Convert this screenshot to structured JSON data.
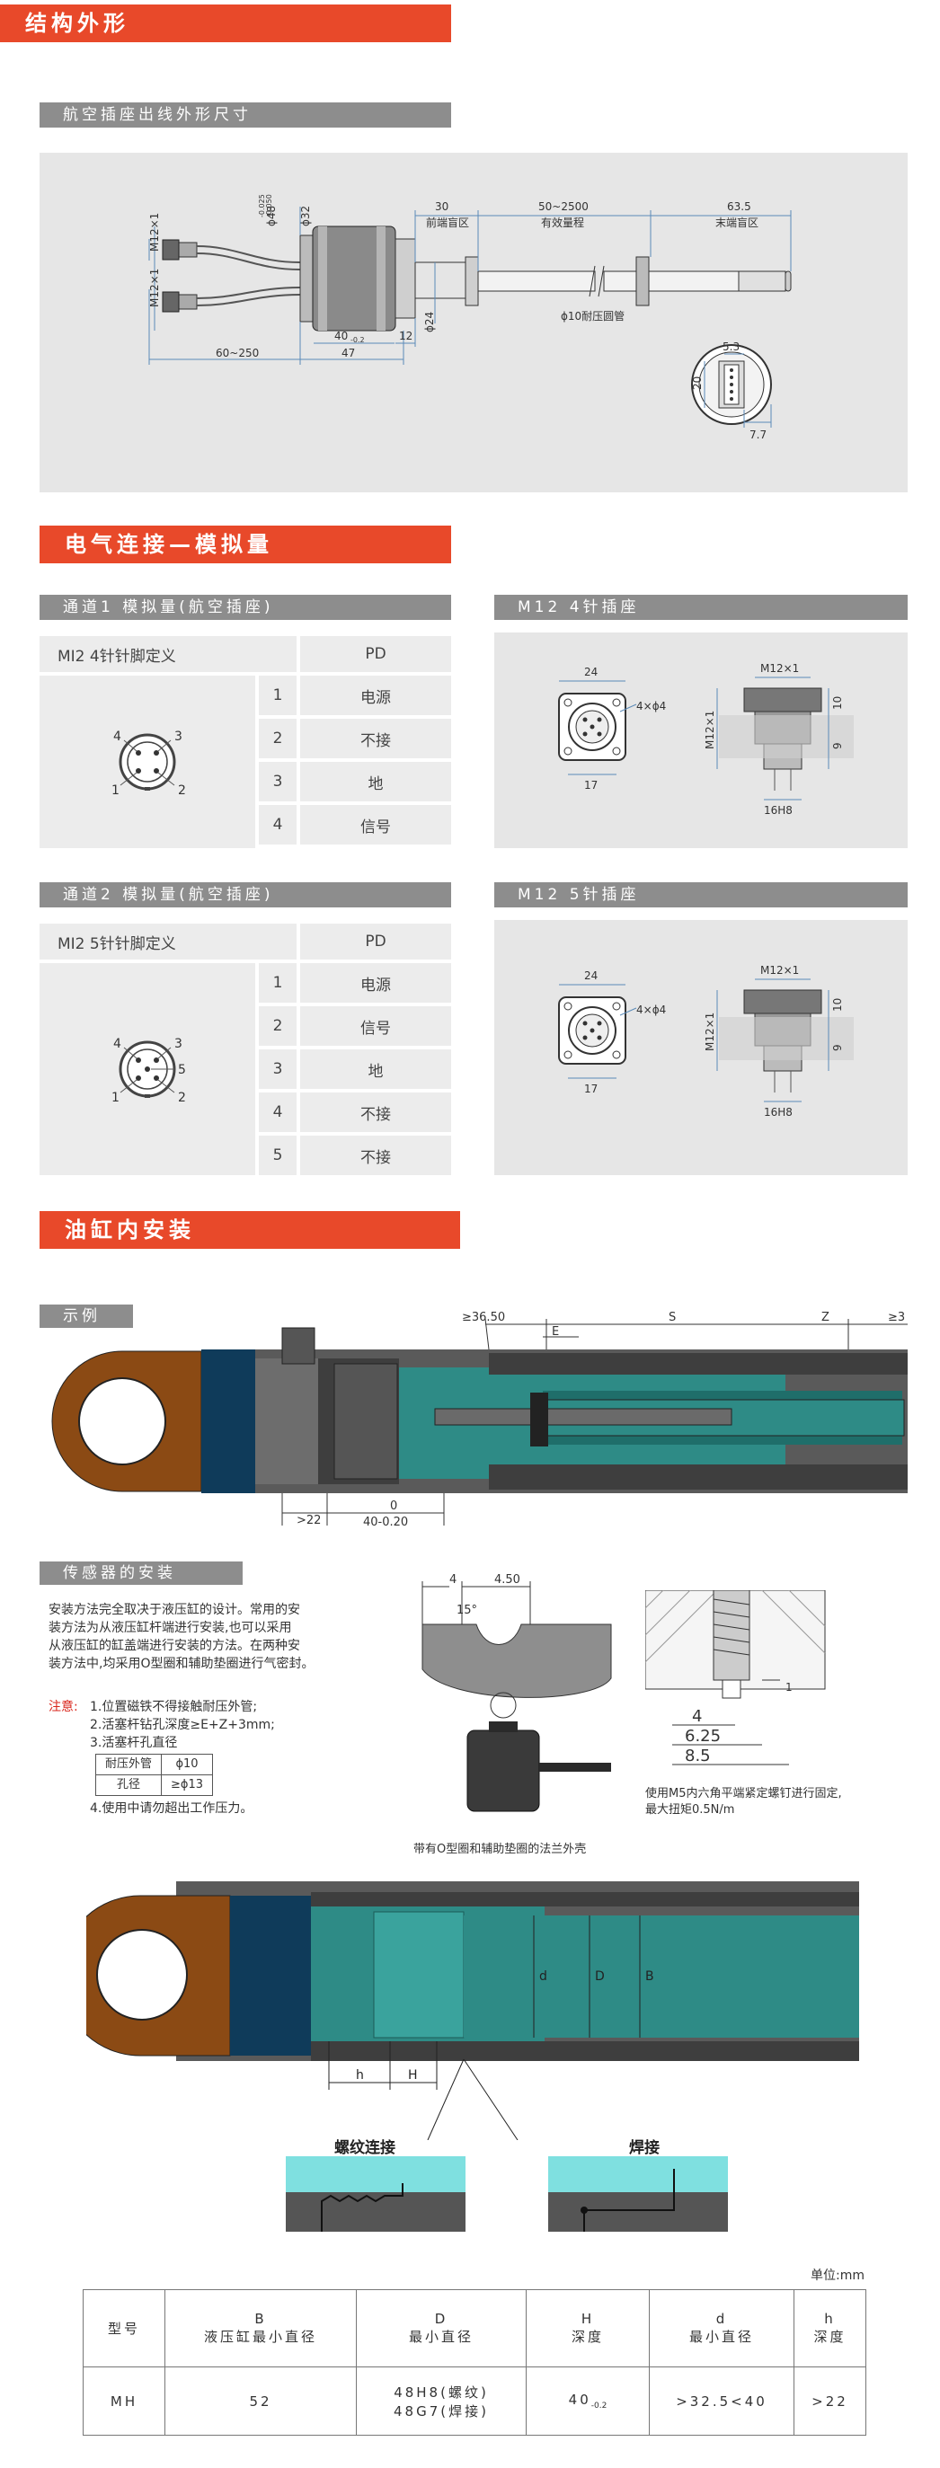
{
  "section_structure": "结构外形",
  "sub_aviation": "航空插座出线外形尺寸",
  "dim1": {
    "m12a": "M12×1",
    "m12b": "M12×1",
    "phi48": "ϕ48",
    "tol48a": "-0.025",
    "tol48b": "-0.050",
    "phi32": "ϕ32",
    "d30": "30",
    "front_dead": "前端盲区",
    "d50_2500": "50~2500",
    "effective": "有效量程",
    "d63_5": "63.5",
    "end_dead": "末端盲区",
    "phi24": "ϕ24",
    "d12": "12",
    "d40": "40",
    "d40tol": "-0.2",
    "d47": "47",
    "d60_250": "60~250",
    "tube": "ϕ10耐压圆管",
    "d5_3": "5.3",
    "d20": "20",
    "d7_7": "7.7"
  },
  "section_electrical": "电气连接—模拟量",
  "ch1": {
    "title": "通道1  模拟量(航空插座)",
    "def_label": "MI2 4针针脚定义",
    "pd": "PD",
    "rows": [
      {
        "n": "1",
        "v": "电源"
      },
      {
        "n": "2",
        "v": "不接"
      },
      {
        "n": "3",
        "v": "地"
      },
      {
        "n": "4",
        "v": "信号"
      }
    ],
    "pins": [
      "4",
      "3",
      "1",
      "2"
    ]
  },
  "m12_4": {
    "title": "M12 4针插座",
    "w24": "24",
    "holes": "4×ϕ4",
    "w17": "17",
    "m12": "M12×1",
    "m12v": "M12×1",
    "d10": "10",
    "d9": "9",
    "h8": "16H8"
  },
  "ch2": {
    "title": "通道2  模拟量(航空插座)",
    "def_label": "MI2 5针针脚定义",
    "pd": "PD",
    "rows": [
      {
        "n": "1",
        "v": "电源"
      },
      {
        "n": "2",
        "v": "信号"
      },
      {
        "n": "3",
        "v": "地"
      },
      {
        "n": "4",
        "v": "不接"
      },
      {
        "n": "5",
        "v": "不接"
      }
    ],
    "pins": [
      "4",
      "3",
      "5",
      "1",
      "2"
    ]
  },
  "m12_5": {
    "title": "M12 5针插座",
    "w24": "24",
    "holes": "4×ϕ4",
    "w17": "17",
    "m12": "M12×1",
    "m12v": "M12×1",
    "d10": "10",
    "d9": "9",
    "h8": "16H8"
  },
  "section_cylinder": "油缸内安装",
  "example": {
    "title": "示例",
    "ge36": "≥36.50",
    "E": "E",
    "S": "S",
    "Z": "Z",
    "ge3": "≥3",
    "gt22": ">22",
    "zero": "0",
    "d40": "40-0.20"
  },
  "install": {
    "title": "传感器的安装",
    "desc": [
      "安装方法完全取决于液压缸的设计。常用的安",
      "装方法为从液压缸杆端进行安装,也可以采用",
      "从液压缸的缸盖端进行安装的方法。在两种安",
      "装方法中,均采用O型圈和辅助垫圈进行气密封。"
    ],
    "note_label": "注意:",
    "notes": [
      "1.位置磁铁不得接触耐压外管;",
      "2.活塞杆钻孔深度≥E+Z+3mm;",
      "3.活塞杆孔直径"
    ],
    "mini": [
      [
        "耐压外管",
        "ϕ10"
      ],
      [
        "孔径",
        "≥ϕ13"
      ]
    ],
    "note4": "4.使用中请勿超出工作压力。",
    "flange_caption": "带有O型圈和辅助垫圈的法兰外壳",
    "d4": "4",
    "d4_50": "4.50",
    "deg15": "15°",
    "r4": "4",
    "r6_25": "6.25",
    "r8_5": "8.5",
    "one": "1",
    "screw_note": [
      "使用M5内六角平端紧定螺钉进行固定,",
      "最大扭矩0.5N/m"
    ]
  },
  "cyl2": {
    "h": "h",
    "H": "H",
    "d": "d",
    "D": "D",
    "B": "B"
  },
  "thread_label": "螺纹连接",
  "weld_label": "焊接",
  "unit": "单位:mm",
  "spec": {
    "headers": [
      [
        "型号",
        ""
      ],
      [
        "B",
        "液压缸最小直径"
      ],
      [
        "D",
        "最小直径"
      ],
      [
        "H",
        "深度"
      ],
      [
        "d",
        "最小直径"
      ],
      [
        "h",
        "深度"
      ]
    ],
    "row": {
      "model": "MH",
      "B": "52",
      "D1": "48H8(螺纹)",
      "D2": "48G7(焊接)",
      "H": "40",
      "Htol": "-0.2",
      "d": ">32.5<40",
      "h": ">22"
    }
  },
  "colors": {
    "accent": "#e8492a",
    "subhead": "#8d8d8d",
    "panel": "#e6e6e6",
    "teal": "#2e8b86",
    "brown": "#8b4a14",
    "navy": "#0f3b5a",
    "gray": "#6a6a6a"
  }
}
